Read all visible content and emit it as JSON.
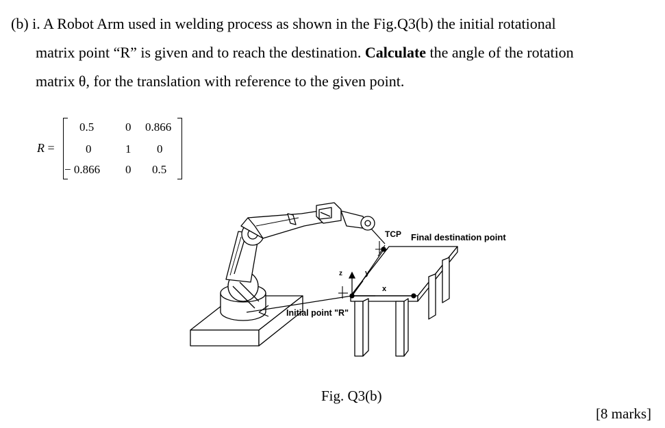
{
  "question": {
    "line1": "(b) i. A Robot Arm used in welding process as shown in the Fig.Q3(b) the initial rotational",
    "line2_pre": "matrix point “R” is given and to reach the destination. ",
    "line2_bold": "Calculate",
    "line2_post": " the angle of the rotation",
    "line3": "matrix θ, for the translation with reference to the given point."
  },
  "matrix": {
    "lhs_symbol": "R",
    "equals": "=",
    "rows": [
      [
        "0.5",
        "0",
        "0.866"
      ],
      [
        "0",
        "1",
        "0"
      ],
      [
        "− 0.866",
        "0",
        "0.5"
      ]
    ]
  },
  "figure": {
    "tcp_label": "TCP",
    "destination_label": "Final destination point",
    "initial_label": "Initial point \"R\"",
    "axis_z": "z",
    "axis_y": "y",
    "axis_x": "x",
    "caption": "Fig. Q3(b)"
  },
  "marks": "[8 marks]"
}
